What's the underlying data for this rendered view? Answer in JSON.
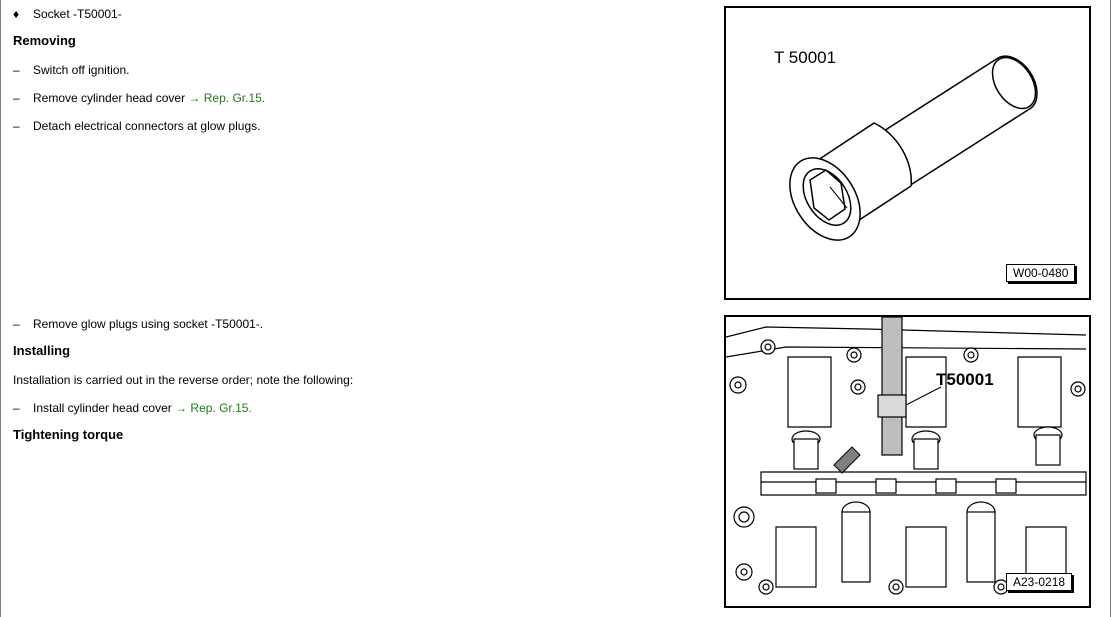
{
  "steps_top": [
    {
      "marker": "♦",
      "text": "Socket -T50001-"
    },
    {
      "heading": "Removing"
    },
    {
      "marker": "–",
      "text": "Switch off ignition."
    },
    {
      "marker": "–",
      "text": "Remove cylinder head cover ",
      "link": "→ Rep. Gr.15."
    },
    {
      "marker": "–",
      "text": "Detach electrical connectors at glow plugs."
    }
  ],
  "steps_bottom": [
    {
      "marker": "–",
      "text": "Remove glow plugs using socket -T50001-."
    },
    {
      "heading": "Installing"
    },
    {
      "text": "Installation is carried out in the reverse order; note the following:"
    },
    {
      "marker": "–",
      "text": "Install cylinder head cover ",
      "link": "→ Rep. Gr.15."
    },
    {
      "heading": "Tightening torque"
    }
  ],
  "figure1": {
    "tool_label": "T 50001",
    "figure_id": "W00-0480"
  },
  "figure2": {
    "tool_label": "T50001",
    "figure_id": "A23-0218"
  },
  "colors": {
    "link": "#1f7a1f"
  }
}
